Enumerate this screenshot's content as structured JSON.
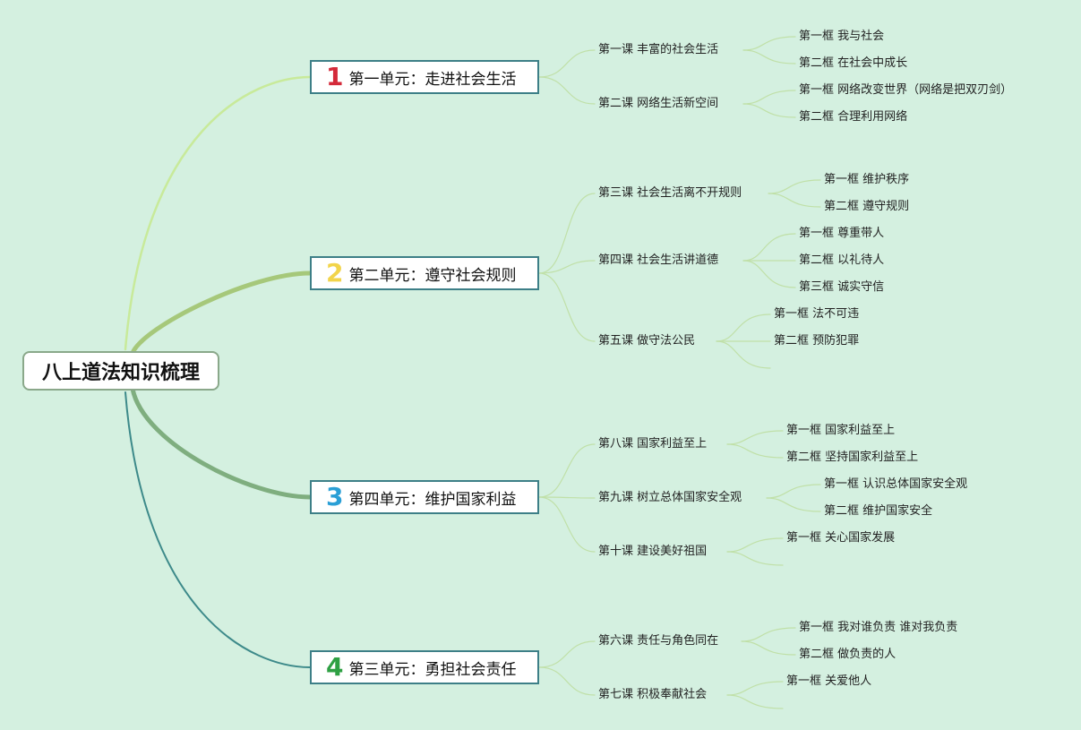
{
  "title": "八上道法知识梳理",
  "colors": {
    "background": "#d4f0e0",
    "unit_border": "#3d7f87",
    "num1": "#d42a3a",
    "num2": "#f2d44a",
    "num3": "#2a9fd6",
    "num4": "#2ea043",
    "branch1": "#c8ea9a",
    "branch2": "#a6c87a",
    "branch3": "#7fae7f",
    "branch4": "#3d8a8a",
    "leaf_line": "#c0e0a8"
  },
  "units": [
    {
      "num": "1",
      "label": "第一单元：走进社会生活",
      "lessons": [
        {
          "label": "第一课 丰富的社会生活",
          "frames": [
            "第一框 我与社会",
            "第二框 在社会中成长"
          ]
        },
        {
          "label": "第二课 网络生活新空间",
          "frames": [
            "第一框 网络改变世界（网络是把双刃剑）",
            "第二框 合理利用网络"
          ]
        }
      ]
    },
    {
      "num": "2",
      "label": "第二单元：遵守社会规则",
      "lessons": [
        {
          "label": "第三课 社会生活离不开规则",
          "frames": [
            "第一框 维护秩序",
            "第二框 遵守规则"
          ]
        },
        {
          "label": "第四课 社会生活讲道德",
          "frames": [
            "第一框 尊重带人",
            "第二框 以礼待人",
            "第三框 诚实守信"
          ]
        },
        {
          "label": "第五课 做守法公民",
          "frames": [
            "第一框 法不可违",
            "第二框 预防犯罪",
            ""
          ]
        }
      ]
    },
    {
      "num": "3",
      "label": "第四单元：维护国家利益",
      "lessons": [
        {
          "label": "第八课 国家利益至上",
          "frames": [
            "第一框 国家利益至上",
            "第二框 坚持国家利益至上"
          ]
        },
        {
          "label": "第九课 树立总体国家安全观",
          "frames": [
            "第一框 认识总体国家安全观",
            "第二框 维护国家安全"
          ]
        },
        {
          "label": "第十课 建设美好祖国",
          "frames": [
            "第一框 关心国家发展",
            ""
          ]
        }
      ]
    },
    {
      "num": "4",
      "label": "第三单元：勇担社会责任",
      "lessons": [
        {
          "label": "第六课 责任与角色同在",
          "frames": [
            "第一框 我对谁负责 谁对我负责",
            "第二框 做负责的人"
          ]
        },
        {
          "label": "第七课 积极奉献社会",
          "frames": [
            "第一框 关爱他人",
            ""
          ]
        }
      ]
    }
  ]
}
